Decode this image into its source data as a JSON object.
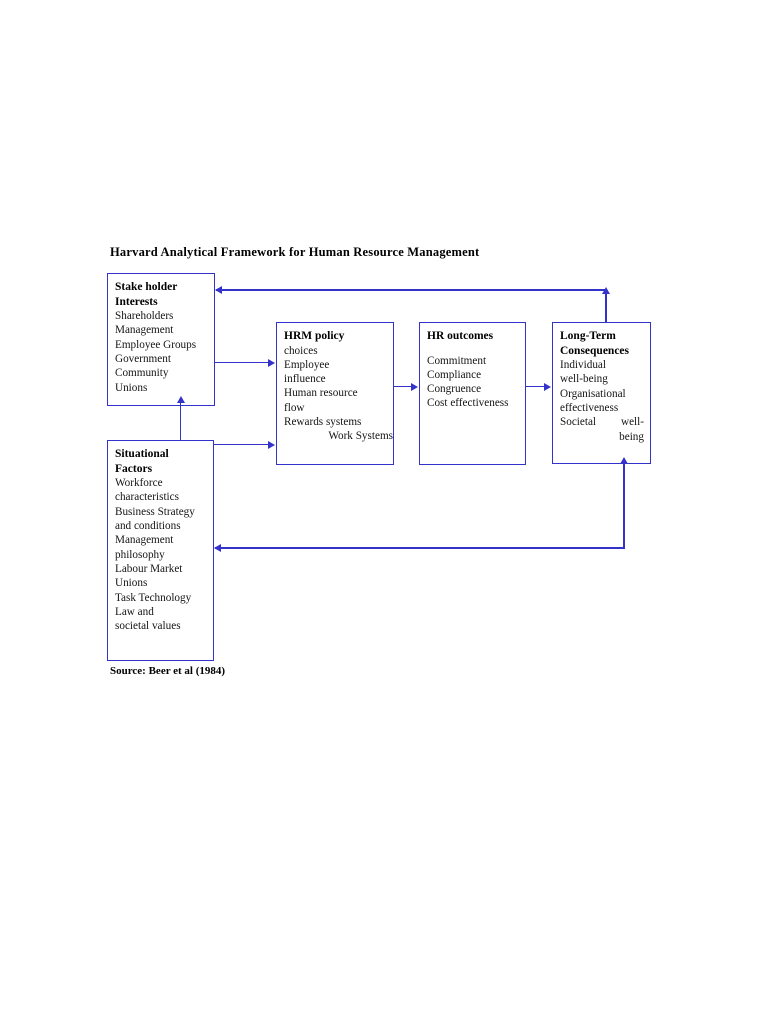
{
  "page": {
    "background_color": "#ffffff",
    "line_color": "#3333cc",
    "text_color": "#141414"
  },
  "title": "Harvard Analytical Framework for Human Resource Management",
  "source": "Source: Beer et al (1984)",
  "nodes": {
    "stakeholder": {
      "title": "Stake holder\nInterests",
      "items": [
        "Shareholders",
        "Management",
        "Employee Groups",
        "Government",
        "Community",
        "Unions"
      ]
    },
    "situational": {
      "title": "Situational\nFactors",
      "items": [
        "Workforce",
        "characteristics",
        "Business Strategy",
        "and conditions",
        "Management",
        "philosophy",
        "Labour Market",
        "Unions",
        "Task Technology",
        "Law and",
        "societal values"
      ]
    },
    "hrm_policy": {
      "title": "HRM policy",
      "items": [
        "choices",
        "Employee",
        "influence",
        "Human resource",
        "flow",
        "Rewards systems"
      ],
      "indented_item": "Work Systems"
    },
    "hr_outcomes": {
      "title": "HR outcomes",
      "items": [
        "Commitment",
        "Compliance",
        "Congruence",
        "Cost effectiveness"
      ]
    },
    "long_term": {
      "title": "Long-Term\nConsequences",
      "items": [
        "Individual",
        "well-being",
        "Organisational",
        "effectiveness"
      ],
      "justified_item_left": "Societal",
      "justified_item_right": "well-",
      "justified_item_second": "being"
    }
  },
  "connectors": [
    {
      "name": "stakeholder-to-hrm-policy",
      "direction": "right"
    },
    {
      "name": "situational-to-hrm-policy",
      "direction": "right"
    },
    {
      "name": "situational-to-stakeholder",
      "direction": "up"
    },
    {
      "name": "hrm-policy-to-hr-outcomes",
      "direction": "right"
    },
    {
      "name": "hr-outcomes-to-long-term",
      "direction": "right"
    },
    {
      "name": "long-term-feedback-to-stakeholder",
      "direction": "left"
    },
    {
      "name": "long-term-feedback-to-situational",
      "direction": "left"
    }
  ]
}
